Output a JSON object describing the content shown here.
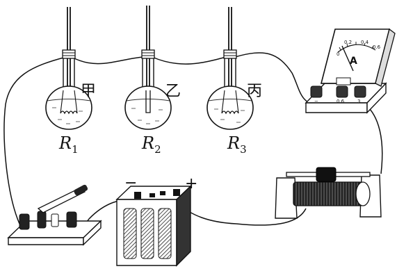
{
  "flasks": [
    {
      "char": "甲",
      "resistor": "R",
      "sub": "1"
    },
    {
      "char": "乙",
      "resistor": "R",
      "sub": "2"
    },
    {
      "char": "丙",
      "resistor": "R",
      "sub": "3"
    }
  ],
  "battery": {
    "neg": "−",
    "pos": "+"
  },
  "ammeter": {
    "unit": "A",
    "scale": [
      "0",
      "0.2",
      "0.4",
      "0.6"
    ],
    "terminals": [
      "−",
      "0.6",
      "3"
    ]
  }
}
